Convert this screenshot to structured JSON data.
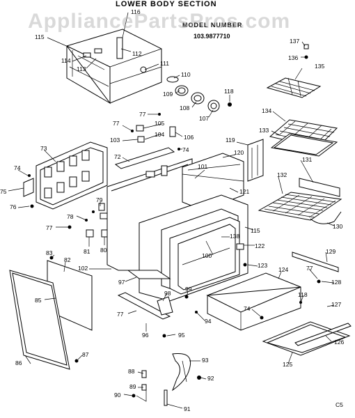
{
  "diagram": {
    "section_title": "LOWER BODY SECTION",
    "model_label": "MODEL NUMBER",
    "model_number": "103.9877710",
    "watermark": "AppliancePartsPros.com",
    "footer_code": "C5",
    "callouts": [
      {
        "id": "116",
        "label": "116"
      },
      {
        "id": "115",
        "label": "115"
      },
      {
        "id": "112",
        "label": "112"
      },
      {
        "id": "114",
        "label": "114"
      },
      {
        "id": "113",
        "label": "113"
      },
      {
        "id": "111",
        "label": "111"
      },
      {
        "id": "110",
        "label": "110"
      },
      {
        "id": "109",
        "label": "109"
      },
      {
        "id": "108",
        "label": "108"
      },
      {
        "id": "107",
        "label": "107"
      },
      {
        "id": "118a",
        "label": "118"
      },
      {
        "id": "137",
        "label": "137"
      },
      {
        "id": "136",
        "label": "136"
      },
      {
        "id": "135",
        "label": "135"
      },
      {
        "id": "134",
        "label": "134"
      },
      {
        "id": "133",
        "label": "133"
      },
      {
        "id": "77a",
        "label": "77"
      },
      {
        "id": "105",
        "label": "105"
      },
      {
        "id": "104",
        "label": "104"
      },
      {
        "id": "106",
        "label": "106"
      },
      {
        "id": "77b",
        "label": "77"
      },
      {
        "id": "103",
        "label": "103"
      },
      {
        "id": "119",
        "label": "119"
      },
      {
        "id": "120",
        "label": "120"
      },
      {
        "id": "73",
        "label": "73"
      },
      {
        "id": "72",
        "label": "72"
      },
      {
        "id": "74a",
        "label": "74"
      },
      {
        "id": "101",
        "label": "101"
      },
      {
        "id": "131",
        "label": "131"
      },
      {
        "id": "74b",
        "label": "74"
      },
      {
        "id": "75",
        "label": "75"
      },
      {
        "id": "132",
        "label": "132"
      },
      {
        "id": "121",
        "label": "121"
      },
      {
        "id": "76",
        "label": "76"
      },
      {
        "id": "79",
        "label": "79"
      },
      {
        "id": "78",
        "label": "78"
      },
      {
        "id": "77c",
        "label": "77"
      },
      {
        "id": "130",
        "label": "130"
      },
      {
        "id": "115b",
        "label": "115"
      },
      {
        "id": "138",
        "label": "138"
      },
      {
        "id": "81",
        "label": "81"
      },
      {
        "id": "80",
        "label": "80"
      },
      {
        "id": "122",
        "label": "122"
      },
      {
        "id": "100",
        "label": "100"
      },
      {
        "id": "83",
        "label": "83"
      },
      {
        "id": "82",
        "label": "82"
      },
      {
        "id": "129",
        "label": "129"
      },
      {
        "id": "123",
        "label": "123"
      },
      {
        "id": "102",
        "label": "102"
      },
      {
        "id": "77d",
        "label": "77"
      },
      {
        "id": "124",
        "label": "124"
      },
      {
        "id": "128",
        "label": "128"
      },
      {
        "id": "97",
        "label": "97"
      },
      {
        "id": "99",
        "label": "99"
      },
      {
        "id": "98",
        "label": "98"
      },
      {
        "id": "118b",
        "label": "118"
      },
      {
        "id": "85",
        "label": "85"
      },
      {
        "id": "74c",
        "label": "74"
      },
      {
        "id": "127",
        "label": "127"
      },
      {
        "id": "77e",
        "label": "77"
      },
      {
        "id": "94",
        "label": "94"
      },
      {
        "id": "96",
        "label": "96"
      },
      {
        "id": "95",
        "label": "95"
      },
      {
        "id": "126",
        "label": "126"
      },
      {
        "id": "87",
        "label": "87"
      },
      {
        "id": "86",
        "label": "86"
      },
      {
        "id": "125",
        "label": "125"
      },
      {
        "id": "93",
        "label": "93"
      },
      {
        "id": "88",
        "label": "88"
      },
      {
        "id": "92",
        "label": "92"
      },
      {
        "id": "89",
        "label": "89"
      },
      {
        "id": "90",
        "label": "90"
      },
      {
        "id": "91",
        "label": "91"
      }
    ]
  }
}
